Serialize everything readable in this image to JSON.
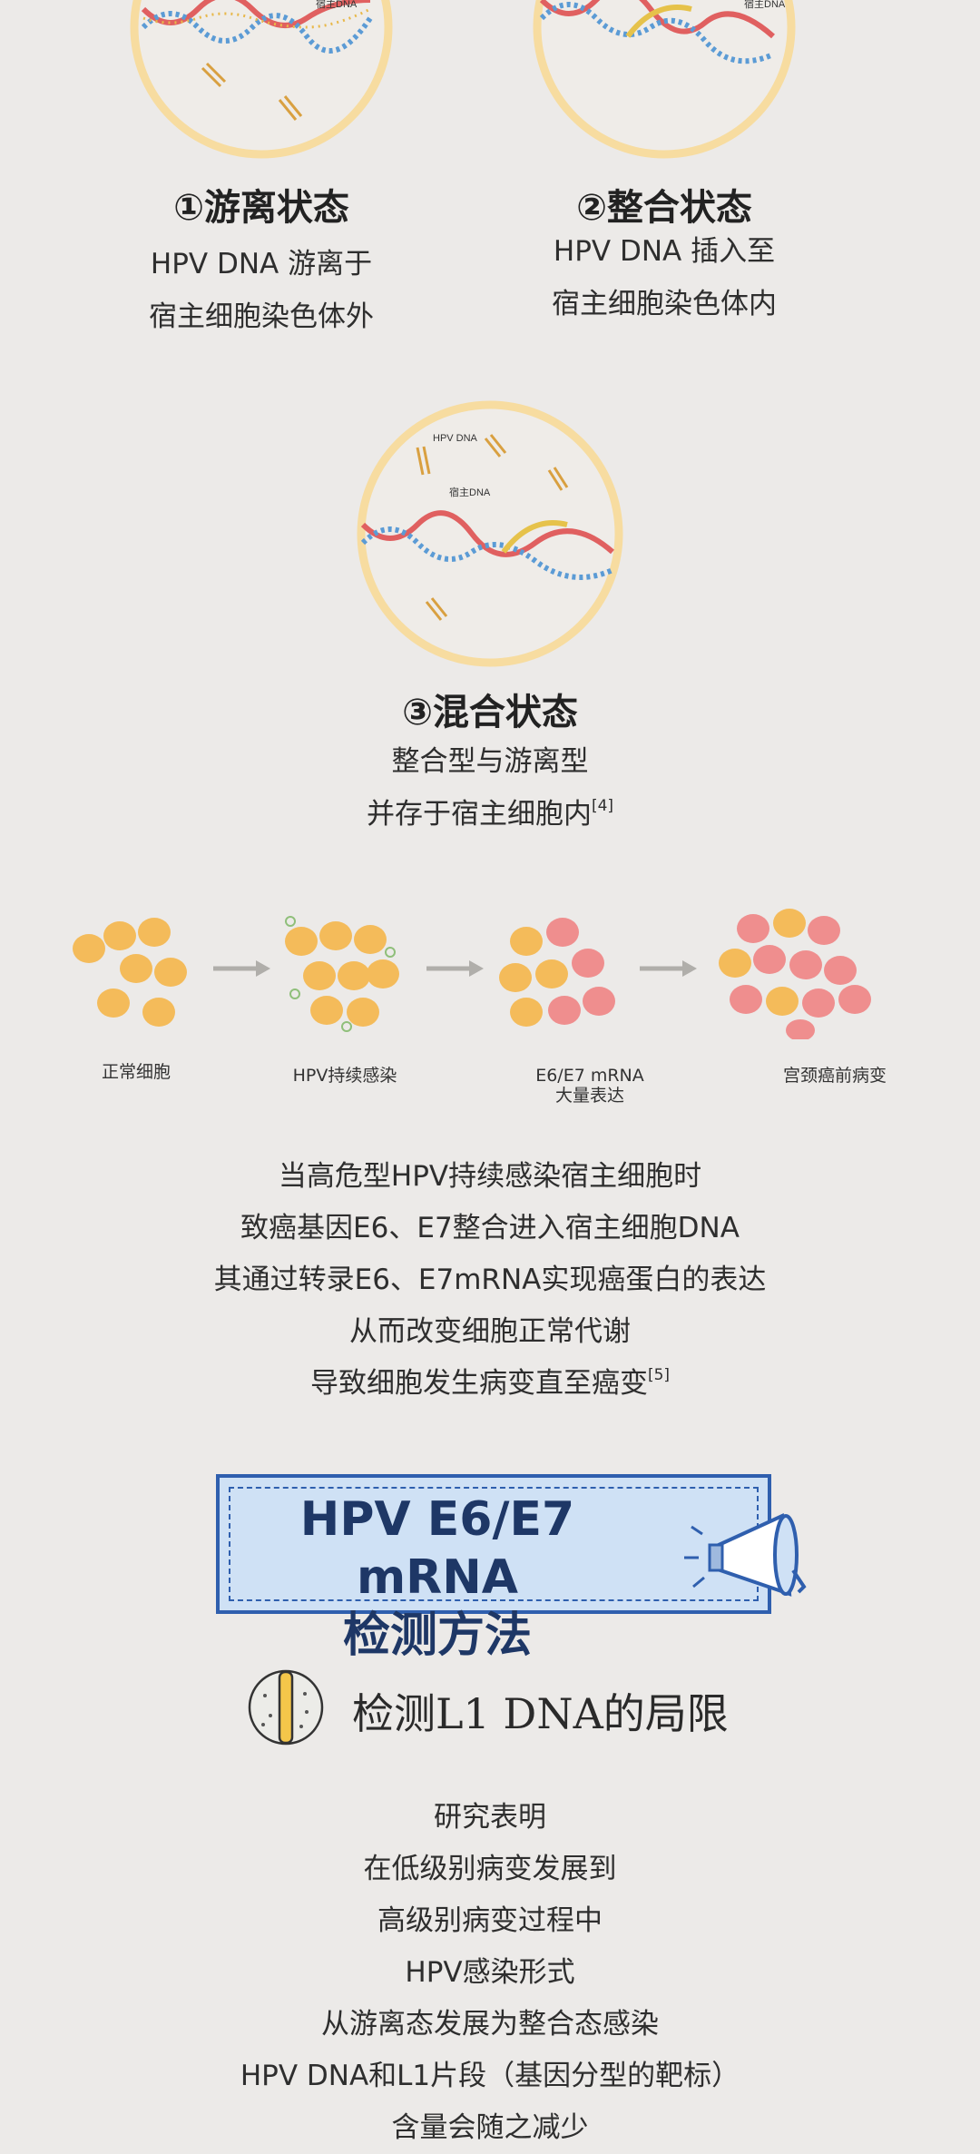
{
  "states": [
    {
      "title": "①游离状态",
      "line1": "HPV DNA 游离于",
      "line2": "宿主细胞染色体外",
      "label_host": "宿主DNA"
    },
    {
      "title": "②整合状态",
      "line1": "HPV DNA 插入至",
      "line2": "宿主细胞染色体内",
      "label_host": "宿主DNA"
    },
    {
      "title": "③混合状态",
      "line1": "整合型与游离型",
      "line2": "并存于宿主细胞内",
      "ref": "[4]",
      "label_hpv": "HPV DNA",
      "label_host": "宿主DNA"
    }
  ],
  "progression": {
    "steps": [
      "正常细胞",
      "HPV持续感染",
      "E6/E7 mRNA",
      "宫颈癌前病变"
    ],
    "step3_sub": "大量表达"
  },
  "mechanism": {
    "lines": [
      "当高危型HPV持续感染宿主细胞时",
      "致癌基因E6、E7整合进入宿主细胞DNA",
      "其通过转录E6、E7mRNA实现癌蛋白的表达",
      "从而改变细胞正常代谢",
      "导致细胞发生病变直至癌变"
    ],
    "ref": "[5]"
  },
  "banner": {
    "line1": "HPV E6/E7 mRNA",
    "line2": "检测方法"
  },
  "section": {
    "title": "检测L1 DNA的局限"
  },
  "findings": {
    "lines": [
      "研究表明",
      "在低级别病变发展到",
      "高级别病变过程中",
      "HPV感染形式",
      "从游离态发展为整合态感染",
      "HPV DNA和L1片段（基因分型的靶标）",
      "含量会随之减少"
    ]
  },
  "colors": {
    "ring": "#f7dca0",
    "banner_border": "#2f5fae",
    "banner_fill": "#cfe1f5",
    "banner_text": "#1e3766"
  }
}
